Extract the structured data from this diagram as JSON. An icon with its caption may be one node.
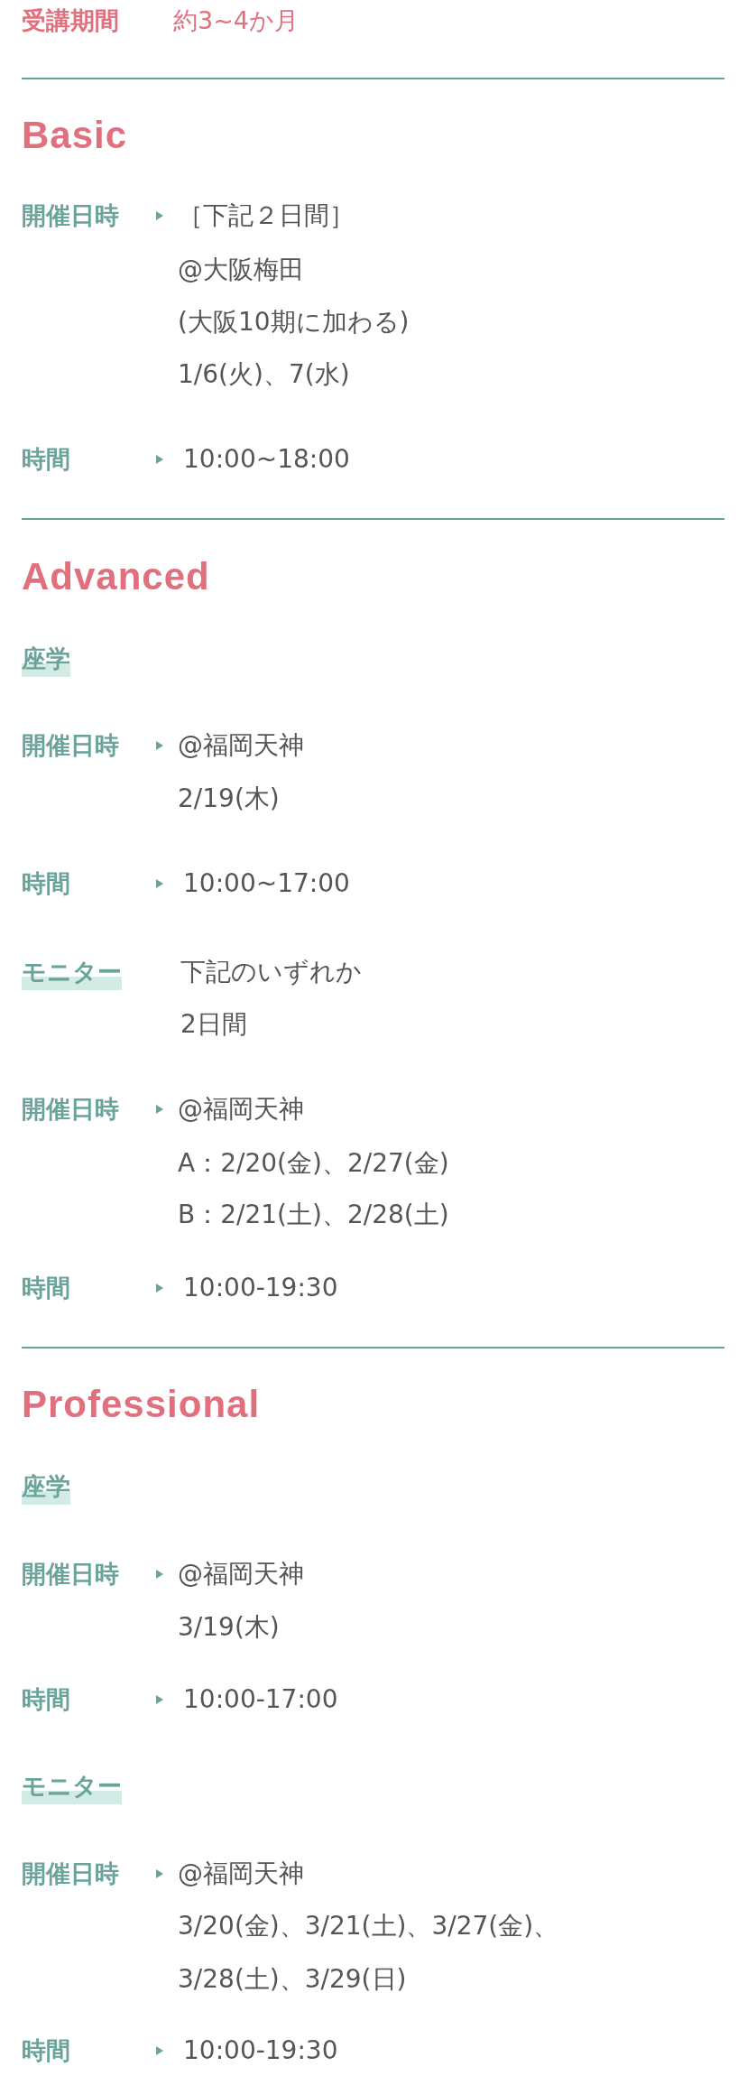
{
  "diagram": {
    "labels": [
      "受講期間",
      "約3~4か月",
      "Basic",
      "開催日時",
      "［下記２日間］",
      "@大阪梅田",
      "(大阪10期に加わる)",
      "1/6(火)、7(水)",
      "時間",
      "10:00~18:00",
      "Advanced",
      "座学",
      "開催日時",
      "@福岡天神",
      "2/19(木)",
      "時間",
      "10:00~17:00",
      "モニター",
      "下記のいずれか",
      "2日間",
      "開催日時",
      "@福岡天神",
      "A：2/20(金)、2/27(金)",
      "B：2/21(土)、2/28(土)",
      "時間",
      "10:00-19:30",
      "Professional",
      "座学",
      "開催日時",
      "@福岡天神",
      "3/19(木)",
      "時間",
      "10:00-17:00",
      "モニター",
      "開催日時",
      "@福岡天神",
      "3/20(金)、3/21(土)、3/27(金)、",
      "3/28(土)、3/29(日)",
      "時間",
      "10:00-19:30"
    ]
  }
}
